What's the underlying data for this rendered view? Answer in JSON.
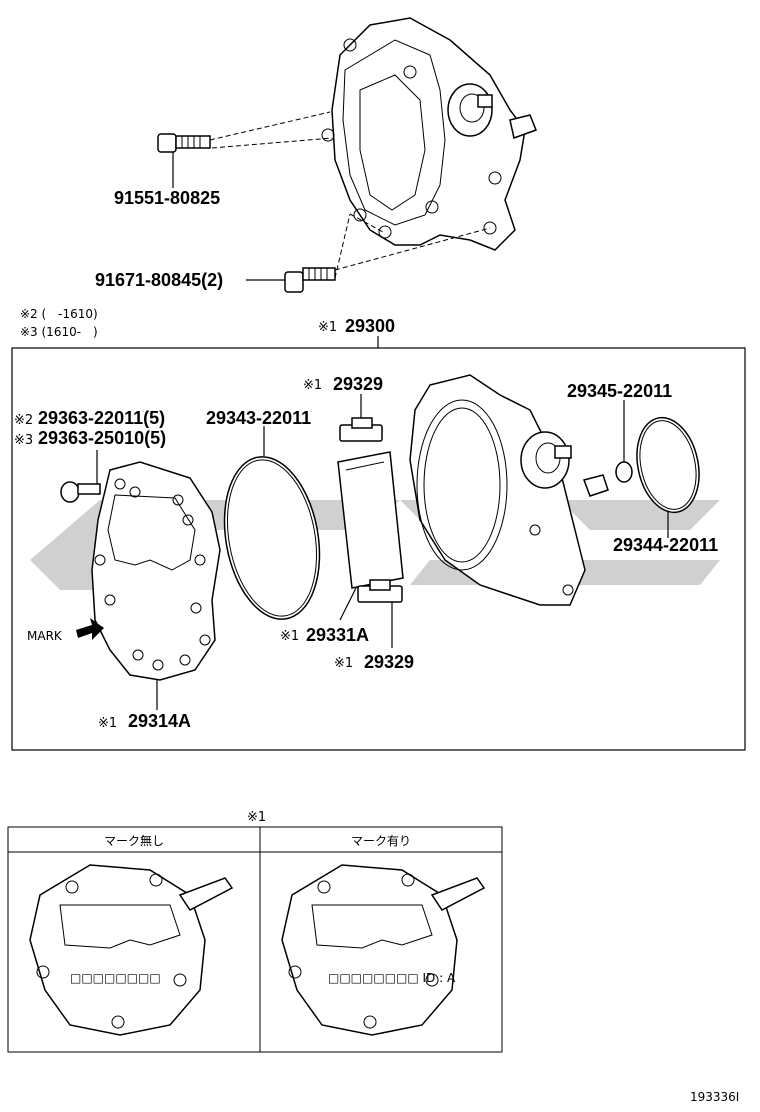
{
  "parts": {
    "bolt_a": "91551-80825",
    "bolt_b": "91671-80845(2)",
    "assembly": "29300",
    "clip_top": "29329",
    "clip_bottom": "29329",
    "oring_large": "29343-22011",
    "gasket_screw_1": "29363-22011(5)",
    "gasket_screw_2": "29363-25010(5)",
    "oring_small": "29345-22011",
    "oring_outer": "29344-22011",
    "vane": "29331A",
    "cover": "29314A"
  },
  "notes": {
    "note2": "※2 (　-1610)",
    "note3": "※3 (1610-　)",
    "mark1": "※1",
    "mark2": "※2",
    "mark3": "※3",
    "mark_label": "MARK"
  },
  "table": {
    "title": "※1",
    "col1": "マーク無し",
    "col2": "マーク有り",
    "stamp1": "□□□□□□□□",
    "stamp2": "□□□□□□□□ ID : A"
  },
  "figure_id": "193336I",
  "colors": {
    "watermark": "#c8c8c8",
    "line": "#000000"
  }
}
